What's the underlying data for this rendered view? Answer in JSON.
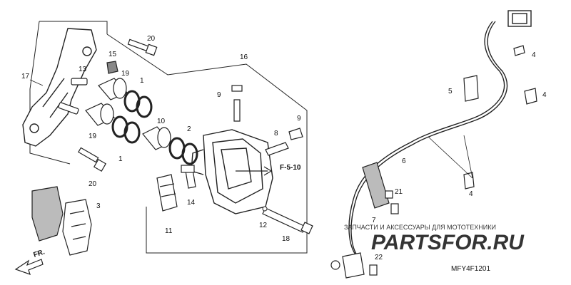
{
  "diagram": {
    "page_ref": "F-5-10",
    "drawing_code": "MFY4F1201",
    "direction_label": "FR.",
    "watermark": {
      "tagline": "ЗАПЧАСТИ И АКСЕССУАРЫ ДЛЯ МОТОТЕХНИКИ",
      "logo_text": "PARTSFOR.RU",
      "accent_color": "#d9232a"
    },
    "callouts": {
      "c1a": "1",
      "c1b": "1",
      "c2": "2",
      "c3": "3",
      "c4a": "4",
      "c4b": "4",
      "c4c": "4",
      "c5": "5",
      "c6": "6",
      "c7": "7",
      "c8": "8",
      "c9a": "9",
      "c9b": "9",
      "c10": "10",
      "c11": "11",
      "c12": "12",
      "c13": "13",
      "c14": "14",
      "c15": "15",
      "c16": "16",
      "c17": "17",
      "c18": "18",
      "c19a": "19",
      "c19b": "19",
      "c20a": "20",
      "c20b": "20",
      "c21": "21",
      "c22": "22"
    }
  }
}
